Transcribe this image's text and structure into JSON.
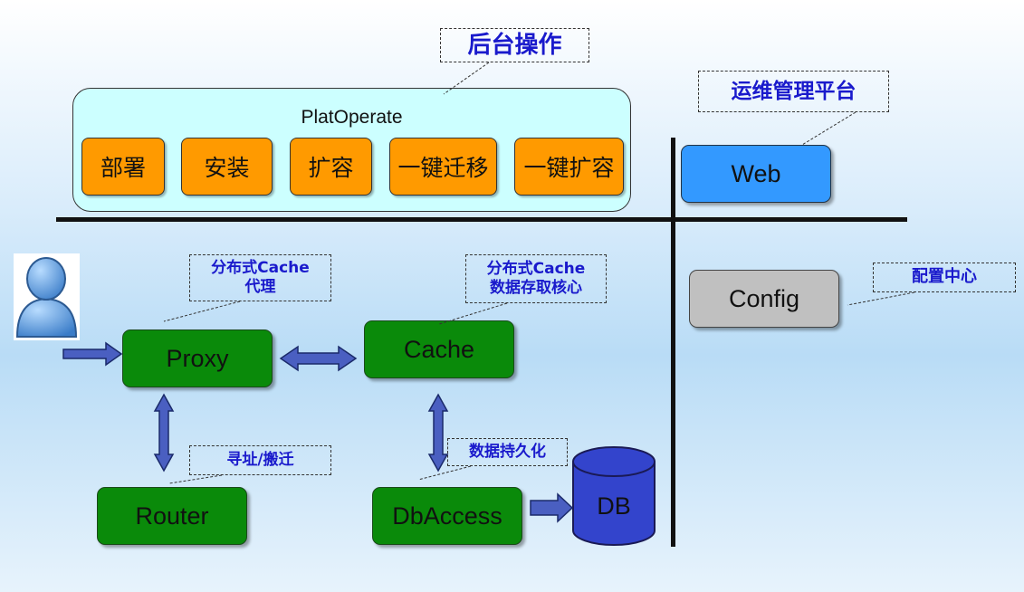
{
  "operations_group": {
    "callout": "后台操作",
    "title": "PlatOperate",
    "items": [
      "部署",
      "安装",
      "扩容",
      "一键迁移",
      "一键扩容"
    ]
  },
  "ops_platform": {
    "callout": "运维管理平台",
    "web_label": "Web"
  },
  "config": {
    "callout": "配置中心",
    "label": "Config"
  },
  "proxy": {
    "callout_line1": "分布式Cache",
    "callout_line2": "代理",
    "label": "Proxy"
  },
  "cache": {
    "callout_line1": "分布式Cache",
    "callout_line2": "数据存取核心",
    "label": "Cache"
  },
  "router": {
    "callout": "寻址/搬迁",
    "label": "Router"
  },
  "dbaccess": {
    "callout": "数据持久化",
    "label": "DbAccess"
  },
  "db": {
    "label": "DB"
  },
  "colors": {
    "operation_box": "#ccffff",
    "operation_item": "#ff9a00",
    "web": "#3399ff",
    "config": "#c0c0c0",
    "component": "#0a8a0a",
    "arrow": "#4a5fc1",
    "db": "#3344cc",
    "callout_text": "#1a1acc"
  }
}
